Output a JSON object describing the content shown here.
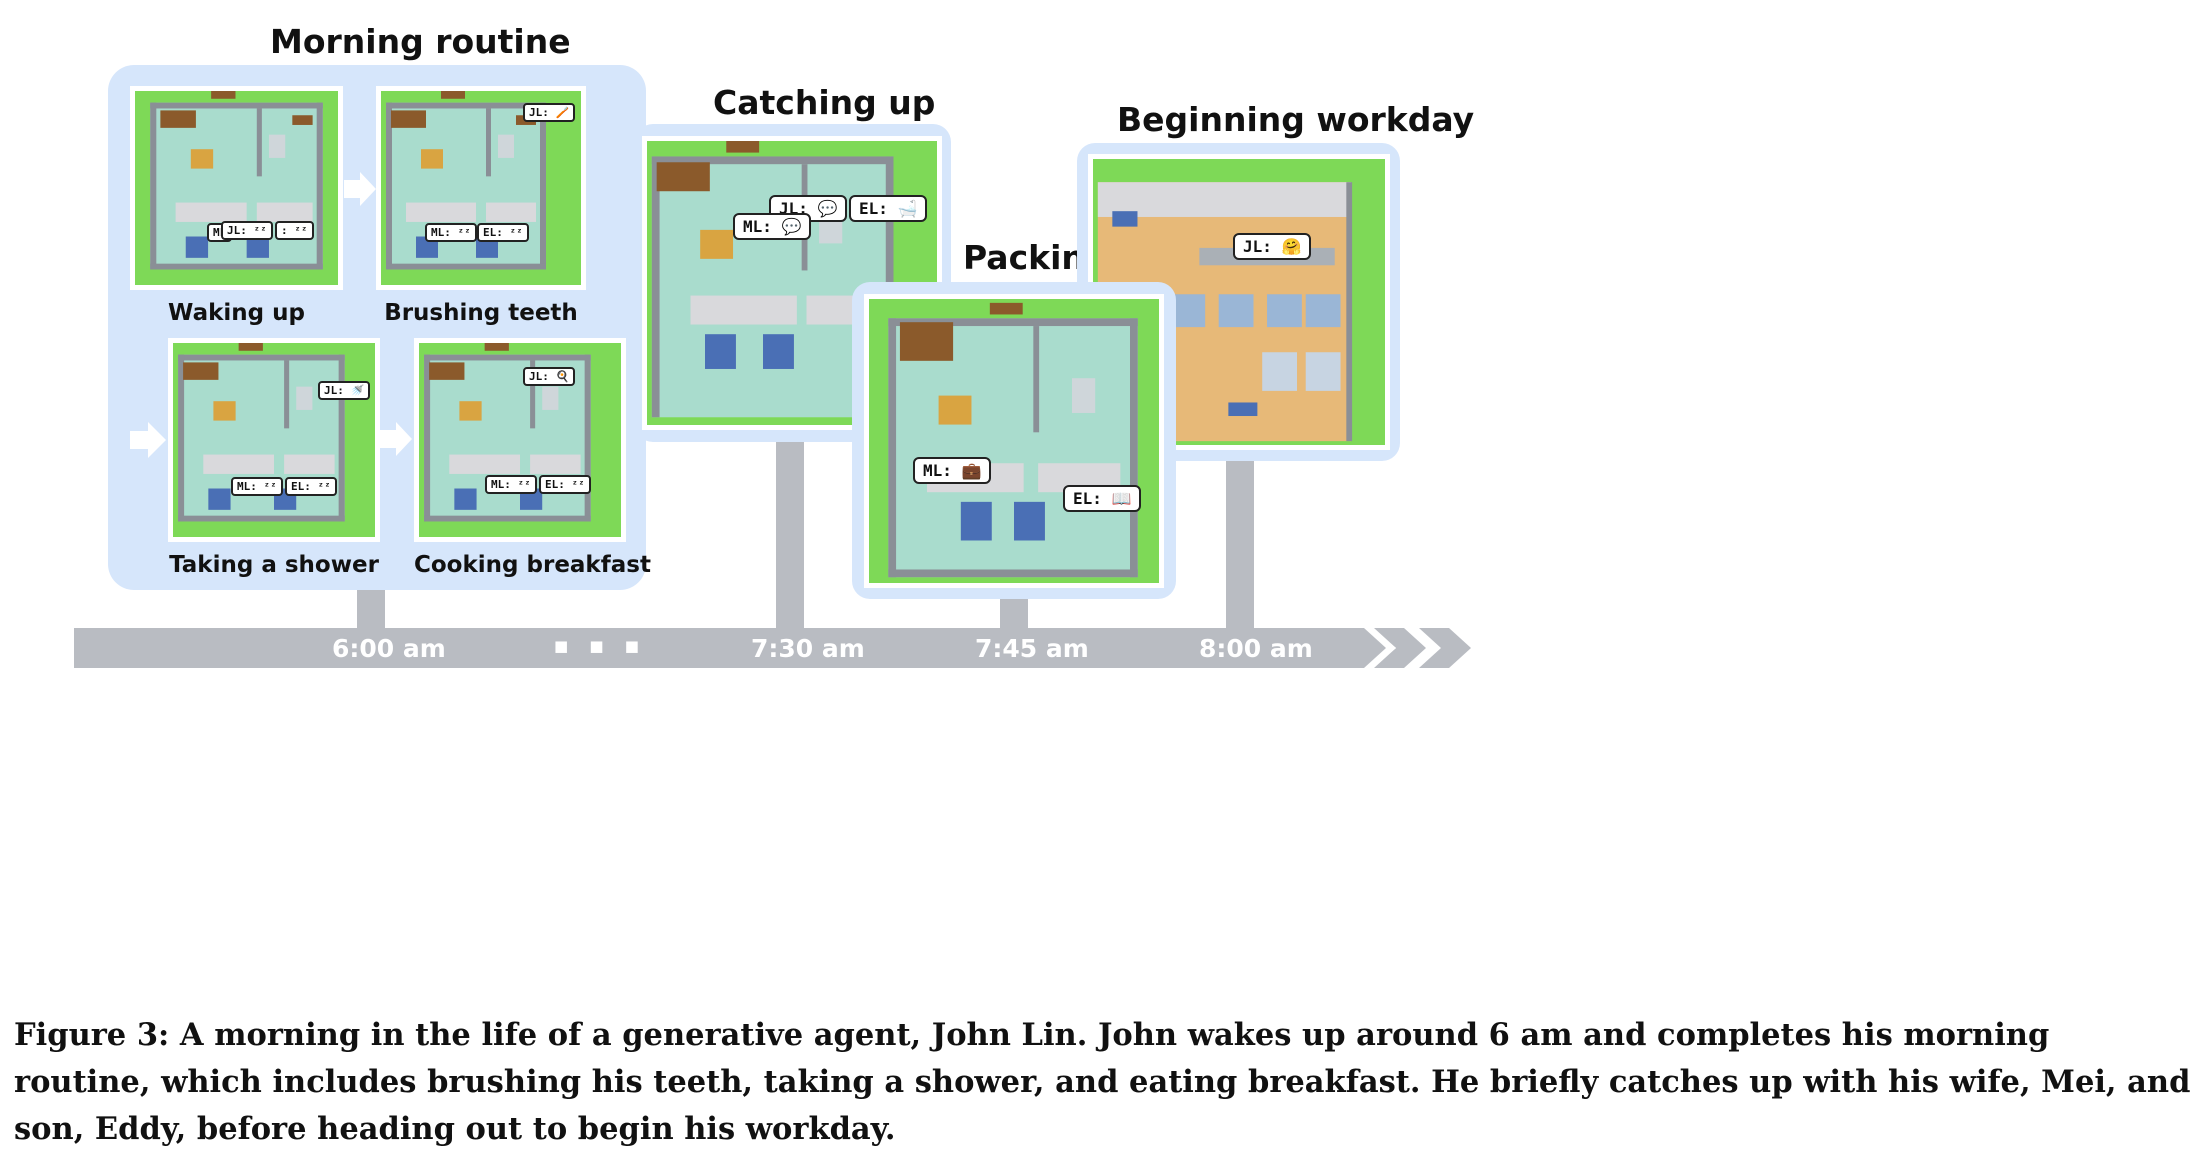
{
  "titles": {
    "morning_routine": "Morning routine",
    "catching_up": "Catching up",
    "packing": "Packing",
    "beginning_workday": "Beginning workday"
  },
  "sublabels": {
    "waking_up": "Waking up",
    "brushing_teeth": "Brushing teeth",
    "taking_shower": "Taking a shower",
    "cooking_breakfast": "Cooking breakfast"
  },
  "timeline": {
    "t1": "6:00 am",
    "ellipsis": "■ ■ ■",
    "t2": "7:30 am",
    "t3": "7:45 am",
    "t4": "8:00 am"
  },
  "bubbles": {
    "waking_jl": "JL: ᶻᶻ",
    "waking_ml": "ML",
    "waking_el": ": ᶻᶻ",
    "brushing_jl": "JL: 🪥",
    "brushing_ml": "ML: ᶻᶻ",
    "brushing_el": "EL: ᶻᶻ",
    "shower_jl": "JL: 🚿",
    "shower_ml": "ML: ᶻᶻ",
    "shower_el": "EL: ᶻᶻ",
    "cooking_jl": "JL: 🍳",
    "cooking_ml": "ML: ᶻᶻ",
    "cooking_el": "EL: ᶻᶻ",
    "catching_jl": "JL: 💬",
    "catching_ml": "ML: 💬",
    "catching_el": "EL: 🛁",
    "packing_ml": "ML: 💼",
    "packing_el": "EL: 📖",
    "workday_jl": "JL: 🤗"
  },
  "caption": "Figure 3: A morning in the life of a generative agent, John Lin. John wakes up around 6 am and completes his morning routine, which includes brushing his teeth, taking a shower, and eating breakfast. He briefly catches up with his wife, Mei, and son, Eddy, before heading out to begin his workday.",
  "colors": {
    "panel": "#d6e6fb",
    "timeline": "#b9bcc2",
    "grass": "#7ed957",
    "floor": "#a9dccd"
  }
}
